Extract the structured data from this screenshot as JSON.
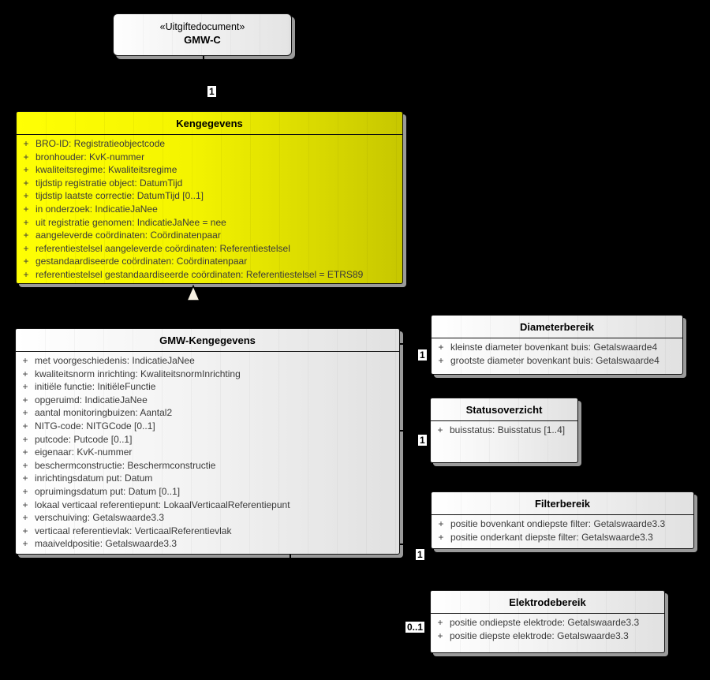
{
  "diagram": {
    "background_color": "#000000",
    "highlight_fill": "#ffff00",
    "box_fill": "#ffffff",
    "shadow_color": "#9a9a9a",
    "visibility_symbol": "+"
  },
  "document_box": {
    "stereotype": "«Uitgiftedocument»",
    "name": "GMW-C"
  },
  "classes": {
    "kengegevens": {
      "title": "Kengegevens",
      "attributes": [
        {
          "v": "+",
          "t": "BRO-ID: Registratieobjectcode"
        },
        {
          "v": "+",
          "t": "bronhouder: KvK-nummer"
        },
        {
          "v": "+",
          "t": "kwaliteitsregime: Kwaliteitsregime"
        },
        {
          "v": "+",
          "t": "tijdstip registratie object: DatumTijd"
        },
        {
          "v": "+",
          "t": "tijdstip laatste correctie: DatumTijd [0..1]"
        },
        {
          "v": "+",
          "t": "in onderzoek: IndicatieJaNee"
        },
        {
          "v": "+",
          "t": "uit registratie genomen: IndicatieJaNee = nee"
        },
        {
          "v": "+",
          "t": "aangeleverde coördinaten: Coördinatenpaar"
        },
        {
          "v": "+",
          "t": "referentiestelsel aangeleverde coördinaten: Referentiestelsel"
        },
        {
          "v": "+",
          "t": "gestandaardiseerde coördinaten: Coördinatenpaar"
        },
        {
          "v": "+",
          "t": "referentiestelsel gestandaardiseerde coördinaten: Referentiestelsel = ETRS89"
        }
      ]
    },
    "gmw_kengegevens": {
      "title": "GMW-Kengegevens",
      "attributes": [
        {
          "v": "+",
          "t": "met voorgeschiedenis: IndicatieJaNee"
        },
        {
          "v": "+",
          "t": "kwaliteitsnorm inrichting: KwaliteitsnormInrichting"
        },
        {
          "v": "+",
          "t": "initiële functie: InitiëleFunctie"
        },
        {
          "v": "+",
          "t": "opgeruimd: IndicatieJaNee"
        },
        {
          "v": "+",
          "t": "aantal monitoringbuizen: Aantal2"
        },
        {
          "v": "+",
          "t": "NITG-code: NITGCode [0..1]"
        },
        {
          "v": "+",
          "t": "putcode: Putcode [0..1]"
        },
        {
          "v": "+",
          "t": "eigenaar: KvK-nummer"
        },
        {
          "v": "+",
          "t": "beschermconstructie: Beschermconstructie"
        },
        {
          "v": "+",
          "t": "inrichtingsdatum put: Datum"
        },
        {
          "v": "+",
          "t": "opruimingsdatum put: Datum [0..1]"
        },
        {
          "v": "+",
          "t": "lokaal verticaal referentiepunt: LokaalVerticaalReferentiepunt"
        },
        {
          "v": "+",
          "t": "verschuiving: Getalswaarde3.3"
        },
        {
          "v": "+",
          "t": "verticaal referentievlak: VerticaalReferentievlak"
        },
        {
          "v": "+",
          "t": "maaiveldpositie: Getalswaarde3.3"
        }
      ]
    },
    "diameterbereik": {
      "title": "Diameterbereik",
      "attributes": [
        {
          "v": "+",
          "t": "kleinste diameter bovenkant buis: Getalswaarde4"
        },
        {
          "v": "+",
          "t": "grootste diameter bovenkant buis: Getalswaarde4"
        }
      ]
    },
    "statusoverzicht": {
      "title": "Statusoverzicht",
      "attributes": [
        {
          "v": "+",
          "t": "buisstatus: Buisstatus [1..4]"
        }
      ]
    },
    "filterbereik": {
      "title": "Filterbereik",
      "attributes": [
        {
          "v": "+",
          "t": "positie bovenkant ondiepste filter: Getalswaarde3.3"
        },
        {
          "v": "+",
          "t": "positie onderkant diepste filter: Getalswaarde3.3"
        }
      ]
    },
    "elektrodebereik": {
      "title": "Elektrodebereik",
      "attributes": [
        {
          "v": "+",
          "t": "positie ondiepste elektrode: Getalswaarde3.3"
        },
        {
          "v": "+",
          "t": "positie diepste elektrode: Getalswaarde3.3"
        }
      ]
    }
  },
  "multiplicities": {
    "document_to_kengegevens": "1",
    "diameterbereik": "1",
    "statusoverzicht": "1",
    "filterbereik": "1",
    "elektrodebereik": "0..1"
  }
}
